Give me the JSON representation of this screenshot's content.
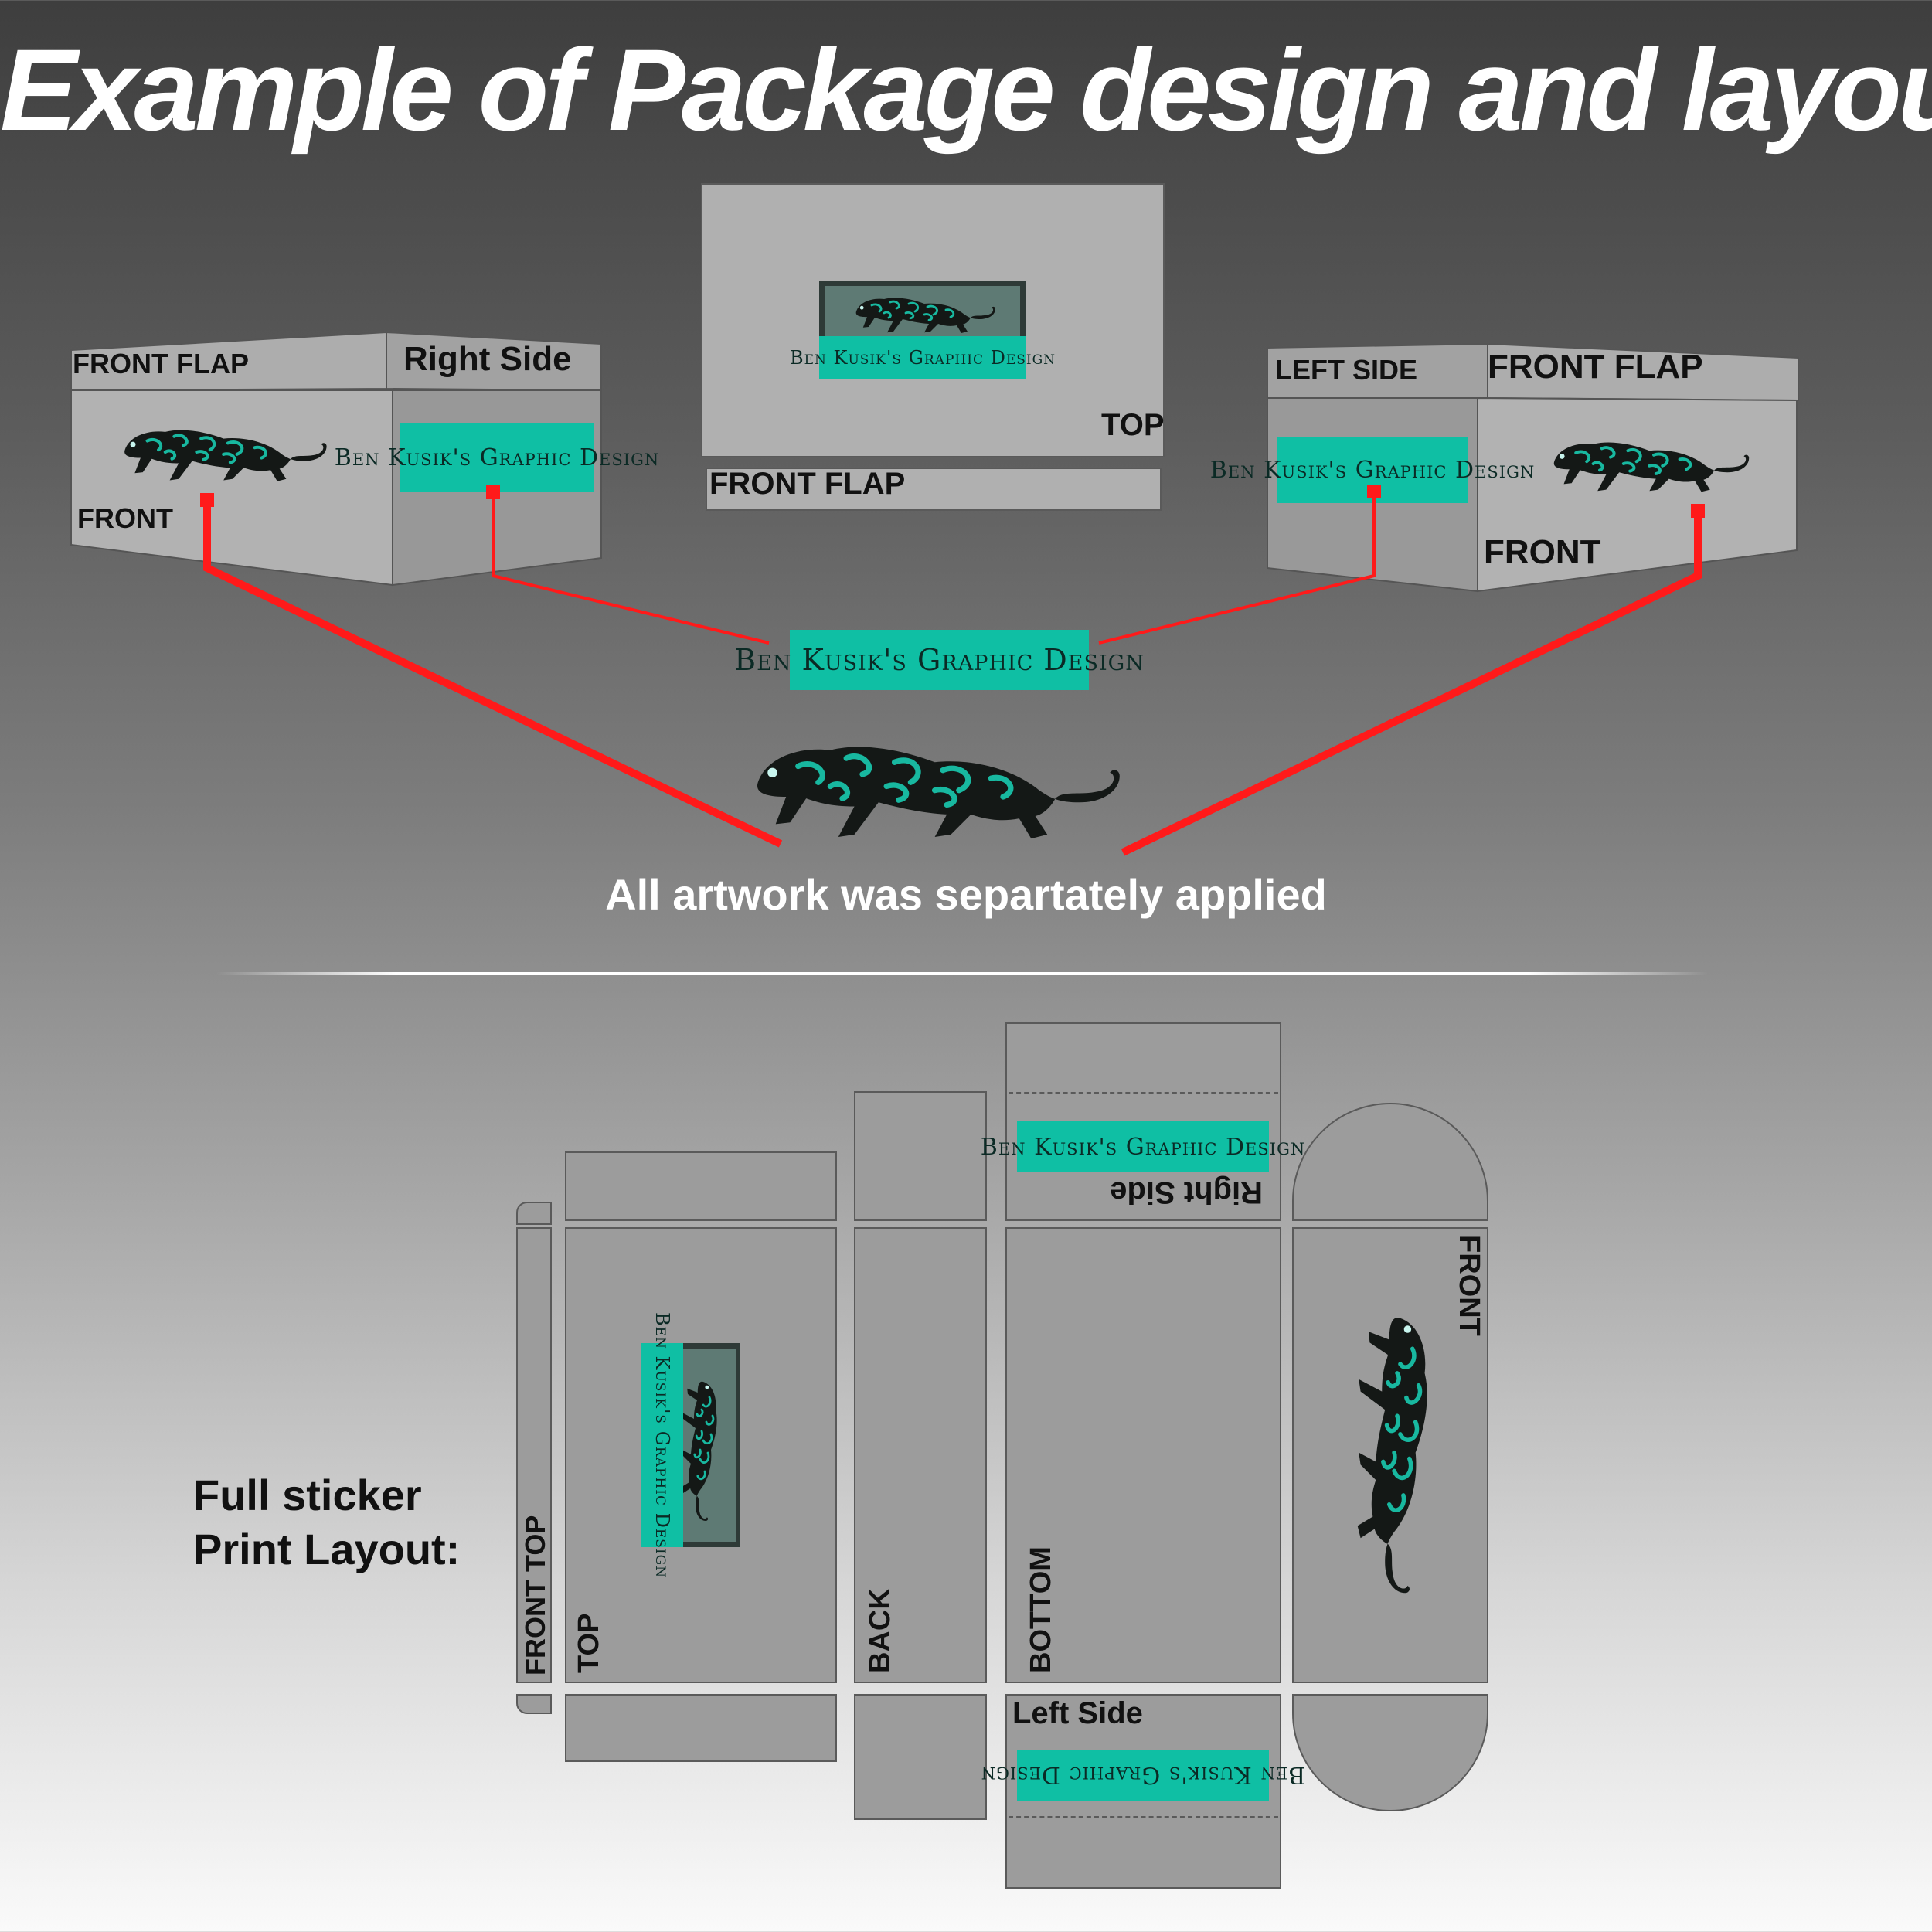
{
  "page": {
    "title": "Example of Package design and layout.",
    "caption": "All artwork was separtately applied",
    "layout_label": "Full sticker\nPrint Layout:"
  },
  "brand": {
    "name": "Ben Kusik's Graphic Design",
    "sticker_color": "#0fbfa4",
    "panel_color": "#9c9c9c",
    "leader_color": "#ff0000"
  },
  "box_left": {
    "front_flap": "FRONT FLAP",
    "right_side": "Right Side",
    "front": "FRONT"
  },
  "box_top": {
    "top": "TOP",
    "front_flap": "FRONT FLAP"
  },
  "box_right": {
    "left_side": "LEFT SIDE",
    "front_flap": "FRONT FLAP",
    "front": "FRONT"
  },
  "dieline": {
    "front_top": "FRONT TOP",
    "top": "TOP",
    "back": "BACK",
    "bottom": "BOTTOM",
    "right_side": "Right Side",
    "left_side": "Left Side",
    "front": "FRONT"
  },
  "icons": [
    "panther-logo-icon"
  ]
}
